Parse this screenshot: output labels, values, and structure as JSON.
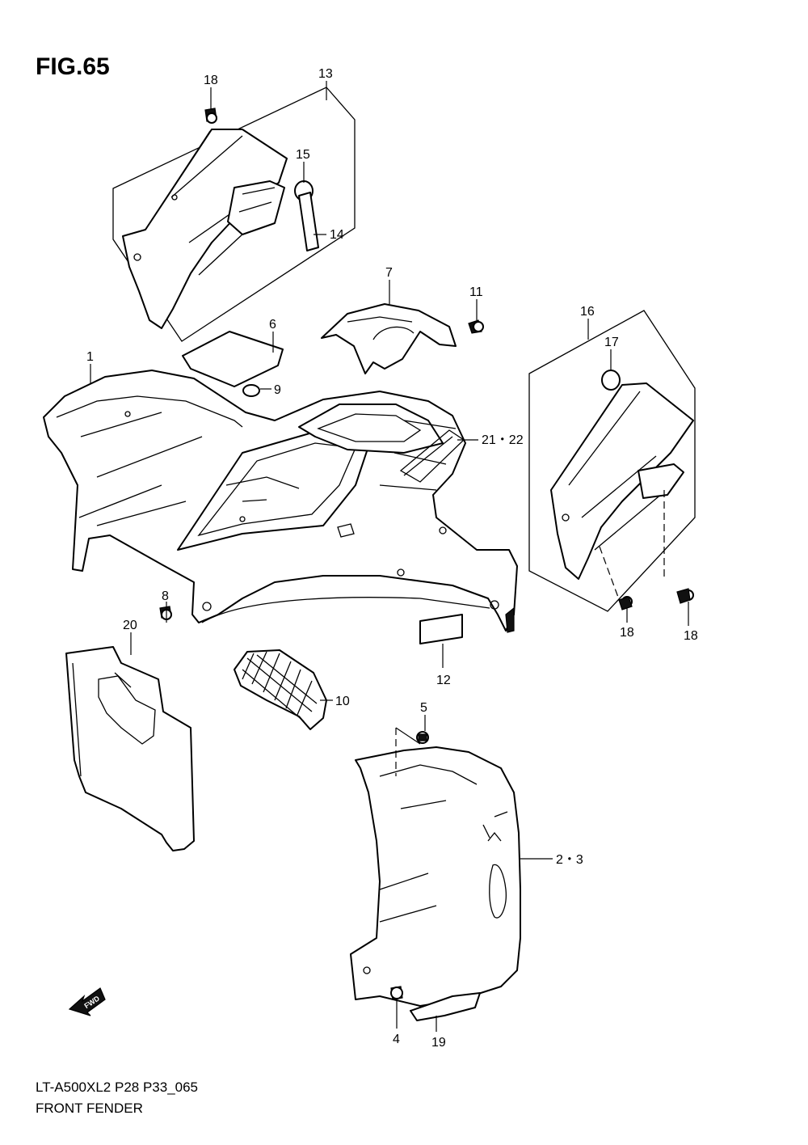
{
  "figure": {
    "title": "FIG.65"
  },
  "labels": {
    "p1": "1",
    "p2_3": "2・3",
    "p4": "4",
    "p5": "5",
    "p6": "6",
    "p7": "7",
    "p8": "8",
    "p9": "9",
    "p10": "10",
    "p11": "11",
    "p12": "12",
    "p13": "13",
    "p14": "14",
    "p15": "15",
    "p16": "16",
    "p17": "17",
    "p18_top": "18",
    "p18_mid": "18",
    "p18_right": "18",
    "p19": "19",
    "p20": "20",
    "p21_22": "21・22"
  },
  "direction": {
    "text": "FWD"
  },
  "footer": {
    "model_code": "LT-A500XL2 P28 P33_065",
    "section_name": "FRONT FENDER"
  }
}
